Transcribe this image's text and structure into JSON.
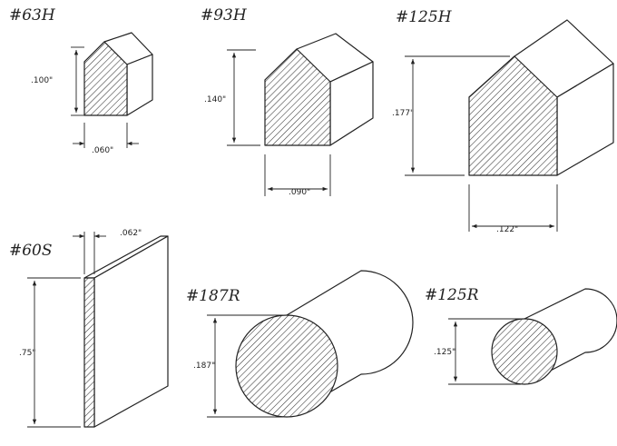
{
  "profiles": [
    {
      "id": "63H",
      "label": "#63H",
      "dims": {
        "height": ".100\"",
        "width": ".060\""
      }
    },
    {
      "id": "93H",
      "label": "#93H",
      "dims": {
        "height": ".140\"",
        "width": ".090\""
      }
    },
    {
      "id": "125H",
      "label": "#125H",
      "dims": {
        "height": ".177\"",
        "width": ".122\""
      }
    },
    {
      "id": "60S",
      "label": "#60S",
      "dims": {
        "height": ".75\"",
        "width": ".062\""
      }
    },
    {
      "id": "187R",
      "label": "#187R",
      "dims": {
        "diameter": ".187\""
      }
    },
    {
      "id": "125R",
      "label": "#125R",
      "dims": {
        "diameter": ".125\""
      }
    }
  ]
}
